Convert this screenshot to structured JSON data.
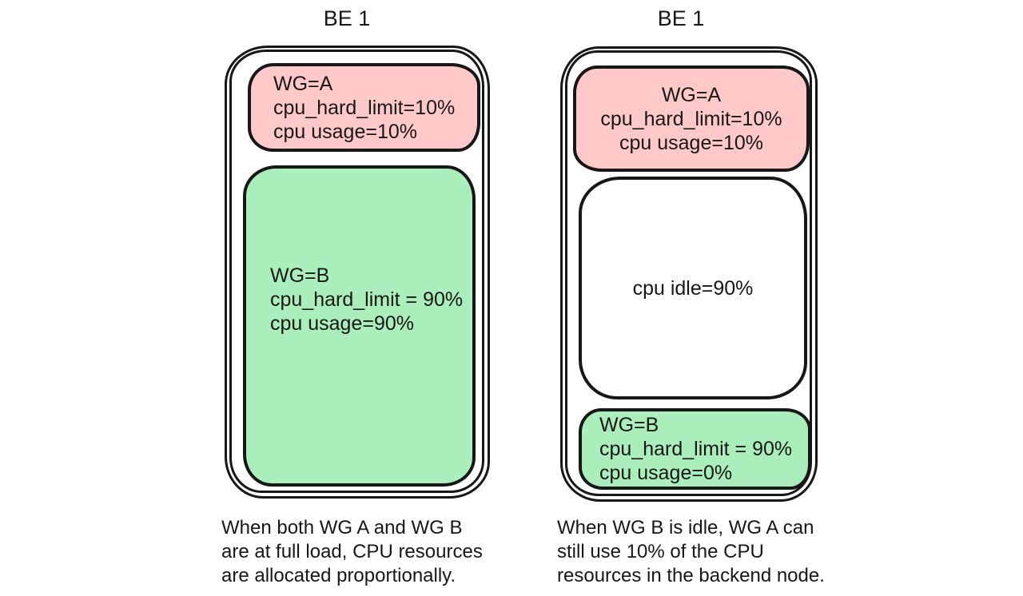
{
  "colors": {
    "pink": "#ffc9c9",
    "green": "#aaeebb",
    "white": "#ffffff",
    "ink": "#171717",
    "background": "#ffffff"
  },
  "figures": [
    {
      "title": "BE 1",
      "boxes": {
        "wg_a": {
          "lines": [
            "WG=A",
            "cpu_hard_limit=10%",
            "cpu usage=10%"
          ]
        },
        "wg_b": {
          "lines": [
            "WG=B",
            "cpu_hard_limit = 90%",
            "cpu usage=90%"
          ]
        }
      },
      "caption_lines": [
        "When both WG A and WG B",
        "are at full load, CPU resources",
        "are allocated proportionally."
      ]
    },
    {
      "title": "BE 1",
      "boxes": {
        "wg_a": {
          "lines": [
            "WG=A",
            "cpu_hard_limit=10%",
            "cpu usage=10%"
          ]
        },
        "idle": {
          "lines": [
            "cpu idle=90%"
          ]
        },
        "wg_b": {
          "lines": [
            "WG=B",
            "cpu_hard_limit = 90%",
            "cpu usage=0%"
          ]
        }
      },
      "caption_lines": [
        "When WG B is idle, WG A can",
        "still use 10% of the CPU",
        "resources in the backend node."
      ]
    }
  ]
}
